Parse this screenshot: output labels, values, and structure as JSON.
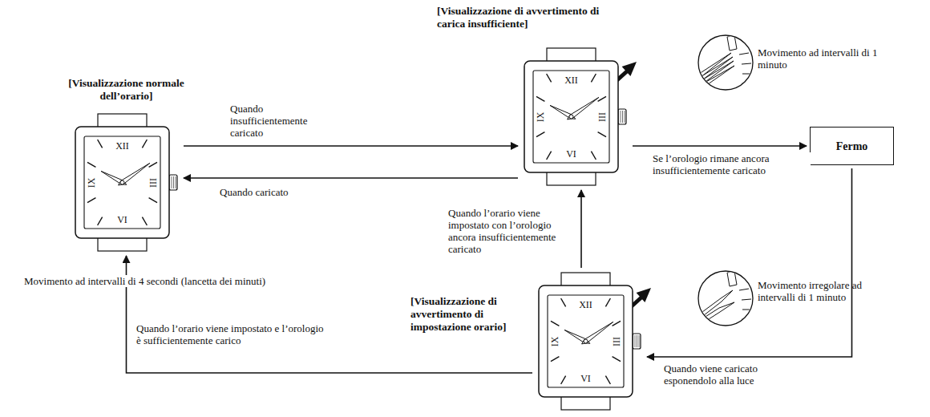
{
  "diagram": {
    "nodes": [
      {
        "text": [
          "[Visualizzazione normale dell’orario]",
          "Movimento ad intervalli di 4 secondi (lancetta dei minuti)"
        ]
      },
      {
        "text": [
          "[Visualizzazione di avvertimento di carica insufficiente]"
        ]
      },
      {
        "text": [
          "Fermo"
        ]
      },
      {
        "text": [
          "[Visualizzazione di avvertimento di impostazione orario]"
        ]
      }
    ],
    "edges": [
      {
        "from": 0,
        "to": 1,
        "arrow": "to",
        "label": "Quando insufficientemente caricato"
      },
      {
        "from": 1,
        "to": 0,
        "arrow": "to",
        "label": "Quando caricato"
      },
      {
        "from": 1,
        "to": 2,
        "arrow": "to",
        "label": "Se l’orologio rimane ancora insufficientemente caricato"
      },
      {
        "from": 2,
        "to": 3,
        "arrow": "to",
        "label": "Quando viene caricato esponendolo alla luce"
      },
      {
        "from": 3,
        "to": 1,
        "arrow": "to",
        "label": "Quando l’orario viene impostato con l’orologio ancora insufficientemente caricato"
      },
      {
        "from": 3,
        "to": 0,
        "arrow": "to",
        "label": "Quando l’orario viene impostato e l’orologio è sufficientemente carico"
      }
    ],
    "labels": [
      "XII",
      "III",
      "VI",
      "IX",
      "Movimento ad intervalli di 1 minuto",
      "XII",
      "III",
      "VI",
      "IX",
      "Movimento irregolare ad intervalli di 1 minuto",
      "XII",
      "III",
      "VI",
      "IX"
    ]
  }
}
